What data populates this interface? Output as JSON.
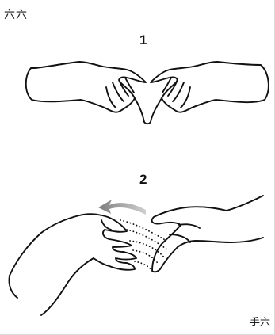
{
  "title": "六六",
  "steps": [
    {
      "number": "1"
    },
    {
      "number": "2"
    }
  ],
  "footer_text": "手六",
  "colors": {
    "line": "#111111",
    "arrow": "#9a9a9a",
    "background": "#ffffff"
  },
  "icons": [
    "two-hands-sign-illustration",
    "hand-motion-illustration",
    "motion-arrow-icon"
  ]
}
